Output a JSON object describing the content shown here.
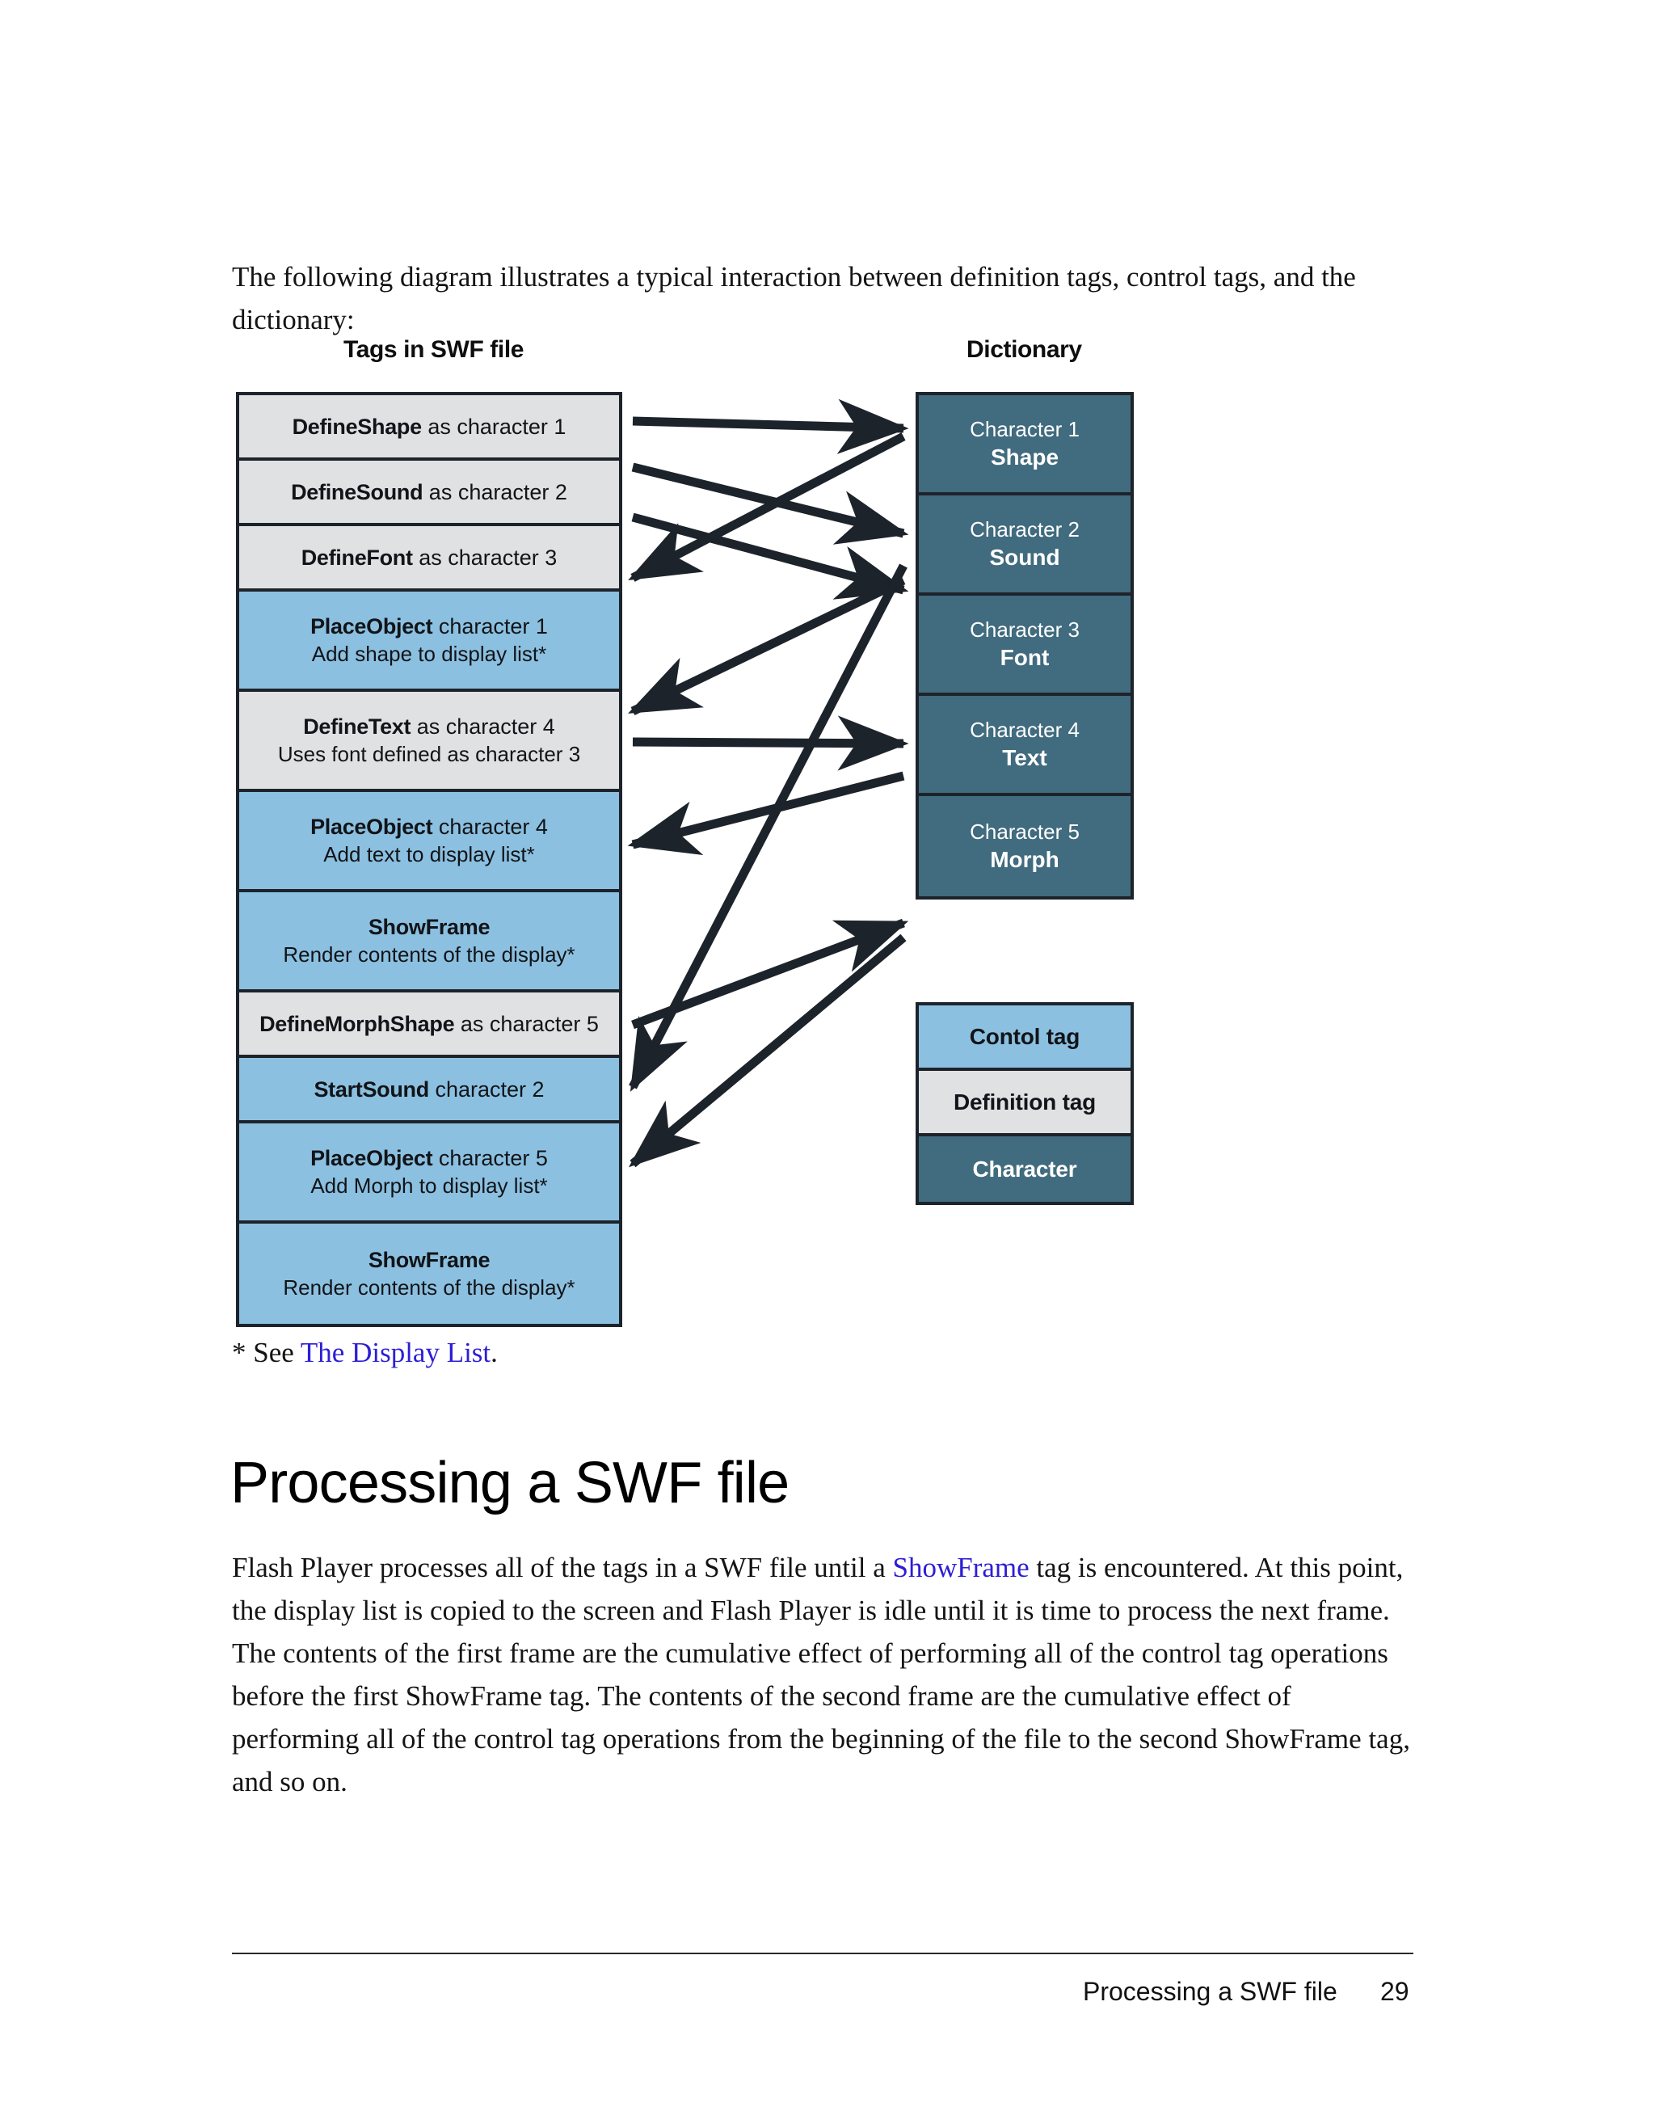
{
  "intro": {
    "text": "The following diagram illustrates a typical interaction between definition tags, control tags, and the dictionary:"
  },
  "diagram": {
    "left_column_title": "Tags in SWF file",
    "right_column_title": "Dictionary",
    "tags": [
      {
        "kind": "definition",
        "bold": "DefineShape",
        "rest": " as character 1",
        "sub": ""
      },
      {
        "kind": "definition",
        "bold": "DefineSound",
        "rest": " as character 2",
        "sub": ""
      },
      {
        "kind": "definition",
        "bold": "DefineFont",
        "rest": " as character 3",
        "sub": ""
      },
      {
        "kind": "control",
        "bold": "PlaceObject",
        "rest": " character 1",
        "sub": "Add shape to display list*"
      },
      {
        "kind": "definition",
        "bold": "DefineText",
        "rest": " as character 4",
        "sub": "Uses font defined as character 3"
      },
      {
        "kind": "control",
        "bold": "PlaceObject",
        "rest": " character 4",
        "sub": "Add text to display list*"
      },
      {
        "kind": "control",
        "bold": "ShowFrame",
        "rest": "",
        "sub": "Render contents of the display*"
      },
      {
        "kind": "definition",
        "bold": "DefineMorphShape",
        "rest": " as character 5",
        "sub": ""
      },
      {
        "kind": "control",
        "bold": "StartSound",
        "rest": " character 2",
        "sub": ""
      },
      {
        "kind": "control",
        "bold": "PlaceObject",
        "rest": " character 5",
        "sub": "Add Morph to display list*"
      },
      {
        "kind": "control",
        "bold": "ShowFrame",
        "rest": "",
        "sub": "Render contents of the display*"
      }
    ],
    "dictionary": [
      {
        "id": "Character 1",
        "type": "Shape"
      },
      {
        "id": "Character 2",
        "type": "Sound"
      },
      {
        "id": "Character 3",
        "type": "Font"
      },
      {
        "id": "Character 4",
        "type": "Text"
      },
      {
        "id": "Character 5",
        "type": "Morph"
      }
    ],
    "legend": [
      {
        "kind": "control",
        "label": "Contol tag"
      },
      {
        "kind": "definition",
        "label": "Definition tag"
      },
      {
        "kind": "character",
        "label": "Character"
      }
    ],
    "colors": {
      "definition_tag": "#e0e1e3",
      "control_tag": "#8cc0e0",
      "character": "#416b7e",
      "border": "#1d232b",
      "arrow": "#1d232b"
    }
  },
  "footnote": {
    "prefix": "* See ",
    "link": "The Display List",
    "suffix": "."
  },
  "heading": "Processing a SWF file",
  "body": {
    "part1": "Flash Player processes all of the tags in a SWF file until a ",
    "link": "ShowFrame",
    "part2": " tag is encountered. At this point, the display list is copied to the screen and Flash Player is idle until it is time to process the next frame. The contents of the first frame are the cumulative effect of performing all of the control tag operations before the first ShowFrame tag. The contents of the second frame are the cumulative effect of performing all of the control tag operations from the beginning of the file to the second ShowFrame tag, and so on."
  },
  "footer": {
    "title": "Processing a SWF file",
    "page": "29"
  }
}
